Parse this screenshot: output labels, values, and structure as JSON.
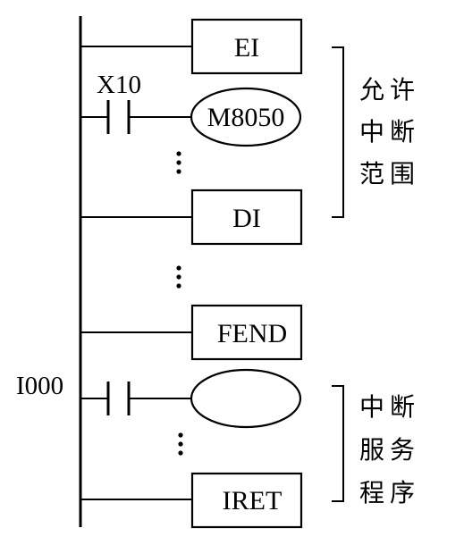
{
  "instructions": {
    "ei": "EI",
    "di": "DI",
    "fend": "FEND",
    "iret": "IRET"
  },
  "coils": {
    "m8050": "M8050",
    "interrupt_coil": ""
  },
  "contacts": {
    "x10": "X10",
    "i000": "I000"
  },
  "annotations": {
    "allow_range": [
      "允许",
      "中断",
      "范围"
    ],
    "service_routine": [
      "中断",
      "服务",
      "程序"
    ]
  },
  "colors": {
    "line": "#000000",
    "background": "#ffffff"
  }
}
